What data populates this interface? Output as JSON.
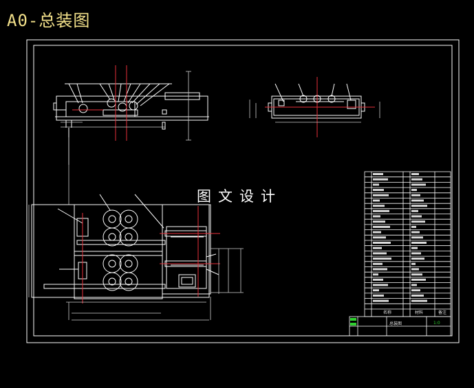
{
  "sheet": {
    "title": "A0-总装图",
    "watermark": "图文设计"
  },
  "title_block": {
    "header_labels": [
      "名称",
      "材料",
      "备注"
    ],
    "drawing_name": "总装图",
    "scale": "1:0"
  },
  "colors": {
    "background": "#000000",
    "lines": "#ffffff",
    "centerlines": "#e8303a",
    "dimensions": "#e8e8e8",
    "accent_green": "#2fd02f",
    "title_text": "#f2e08a"
  }
}
